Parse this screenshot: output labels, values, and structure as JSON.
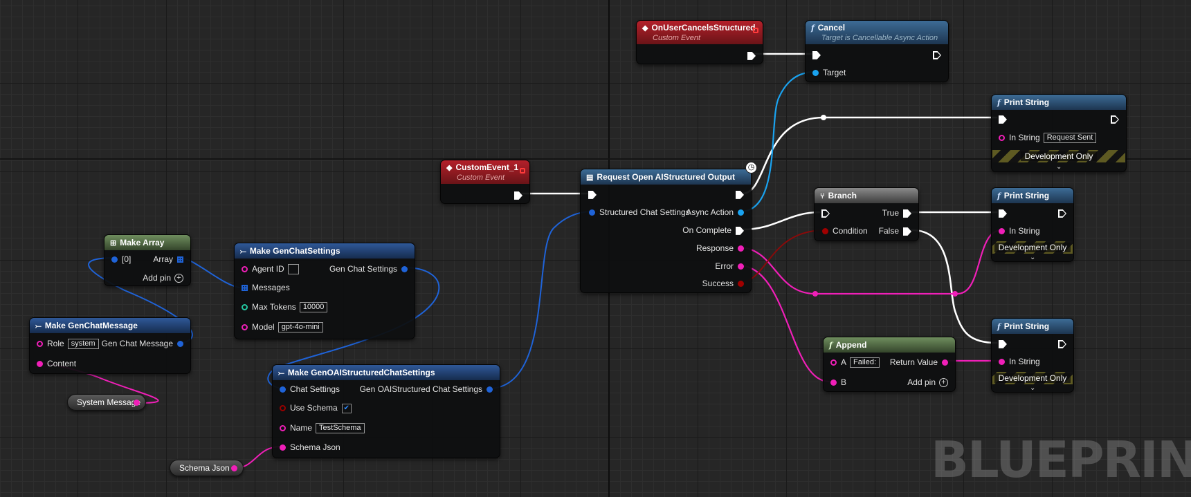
{
  "watermark": "BLUEPRINT",
  "colors": {
    "exec": "#ffffff",
    "struct_pin": "#1aa3f0",
    "string_pin": "#f01fb8",
    "bool_pin": "#a00000",
    "event_header": "#b4202a",
    "function_header": "#3d6c96"
  },
  "nodes": {
    "on_user_cancels": {
      "title": "OnUserCancelsStructured",
      "subtitle": "Custom Event"
    },
    "cancel": {
      "title": "Cancel",
      "subtitle": "Target is Cancellable Async Action",
      "target_label": "Target"
    },
    "custom_event_1": {
      "title": "CustomEvent_1",
      "subtitle": "Custom Event"
    },
    "request": {
      "title": "Request Open AIStructured Output",
      "in_structured": "Structured Chat Settings",
      "out_async": "Async Action",
      "out_complete": "On Complete",
      "out_response": "Response",
      "out_error": "Error",
      "out_success": "Success"
    },
    "branch": {
      "title": "Branch",
      "condition": "Condition",
      "true_label": "True",
      "false_label": "False"
    },
    "print_1": {
      "title": "Print String",
      "in_string_label": "In String",
      "in_string_value": "Request Sent",
      "dev_only": "Development Only"
    },
    "print_2": {
      "title": "Print String",
      "in_string_label": "In String",
      "dev_only": "Development Only"
    },
    "print_3": {
      "title": "Print String",
      "in_string_label": "In String",
      "dev_only": "Development Only"
    },
    "append": {
      "title": "Append",
      "a_label": "A",
      "a_value": "Failed:",
      "b_label": "B",
      "return_label": "Return Value",
      "add_pin": "Add pin"
    },
    "make_array": {
      "title": "Make Array",
      "index_label": "[0]",
      "array_label": "Array",
      "add_pin": "Add pin"
    },
    "make_gen_chat_settings": {
      "title": "Make GenChatSettings",
      "agent_id": "Agent ID",
      "messages": "Messages",
      "max_tokens": "Max Tokens",
      "max_tokens_value": "10000",
      "model": "Model",
      "model_value": "gpt-4o-mini",
      "out": "Gen Chat Settings"
    },
    "make_gen_chat_message": {
      "title": "Make GenChatMessage",
      "role": "Role",
      "role_value": "system",
      "content": "Content",
      "out": "Gen Chat Message"
    },
    "make_structured": {
      "title": "Make GenOAIStructuredChatSettings",
      "chat_settings": "Chat Settings",
      "use_schema": "Use Schema",
      "use_schema_checked": true,
      "name": "Name",
      "name_value": "TestSchema",
      "schema_json": "Schema Json",
      "out": "Gen OAIStructured Chat Settings"
    }
  },
  "variables": {
    "system_message": "System Message",
    "schema_json": "Schema Json"
  }
}
